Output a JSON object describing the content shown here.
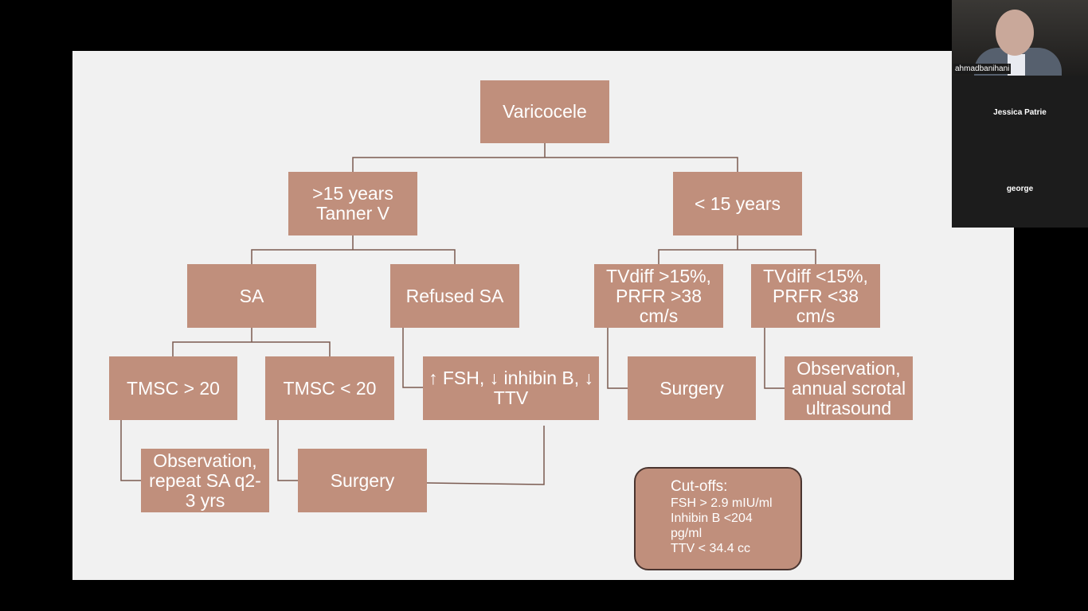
{
  "slide": {
    "root": "Varicocele",
    "over15": ">15 years Tanner V",
    "under15": "< 15 years",
    "sa": "SA",
    "refused_sa": "Refused SA",
    "tvdiff_high": "TVdiff >15%, PRFR >38 cm/s",
    "tvdiff_low": "TVdiff <15%, PRFR <38 cm/s",
    "tmsc_high": "TMSC > 20",
    "tmsc_low": "TMSC < 20",
    "hormones": "↑ FSH, ↓ inhibin B, ↓ TTV",
    "surgery_right": "Surgery",
    "observation_annual": "Observation, annual scrotal ultrasound",
    "observation_repeat": "Observation, repeat SA q2-3 yrs",
    "surgery_left": "Surgery",
    "cutoffs": {
      "title": "Cut-offs:",
      "lines": [
        "FSH > 2.9 mIU/ml",
        "Inhibin B <204",
        "pg/ml",
        "TTV < 34.4 cc"
      ]
    }
  },
  "participants": [
    {
      "name": "ahmadbanihani"
    },
    {
      "name": "Jessica Patrie"
    },
    {
      "name": "george"
    }
  ],
  "colors": {
    "box": "#c08f7c",
    "slide": "#f1f1f1"
  }
}
